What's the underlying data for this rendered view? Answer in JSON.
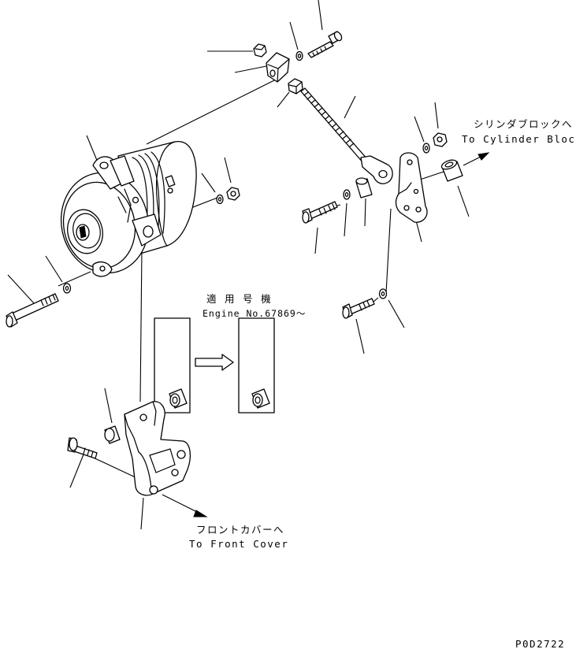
{
  "labels": {
    "cylinder_block_jp": "シリンダブロックへ",
    "cylinder_block_en": "To Cylinder Block",
    "front_cover_jp": "フロントカバーへ",
    "front_cover_en": "To Front Cover",
    "applicable_jp": "適 用 号 機",
    "engine_no": "Engine No.67869～",
    "drawing_code": "P0D2722"
  },
  "parts": [
    {
      "name": "alternator",
      "kind": "alternator"
    },
    {
      "name": "adjusting-bar",
      "kind": "rod"
    },
    {
      "name": "alternator-bracket",
      "kind": "bracket"
    },
    {
      "name": "mounting-plate",
      "kind": "plate"
    },
    {
      "name": "spacer",
      "kind": "collar"
    },
    {
      "name": "bolts",
      "kind": "bolt"
    },
    {
      "name": "nuts",
      "kind": "nut"
    },
    {
      "name": "washers",
      "kind": "washer"
    }
  ]
}
